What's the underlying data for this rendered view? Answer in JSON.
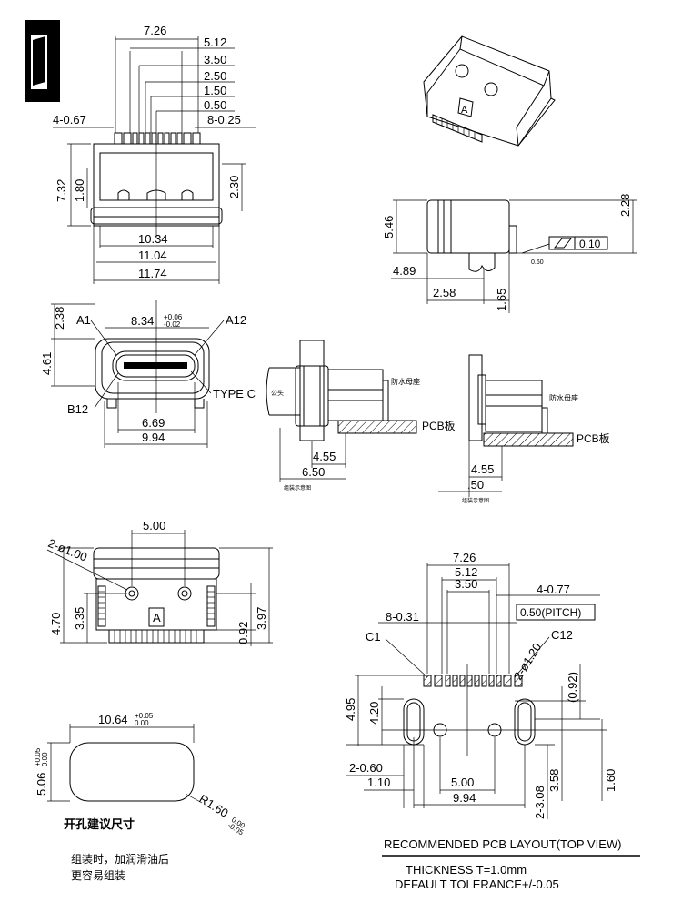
{
  "top_view": {
    "dims_top": [
      "7.26",
      "5.12",
      "3.50",
      "2.50",
      "1.50",
      "0.50"
    ],
    "pin_left": "4-0.67",
    "pin_right": "8-0.25",
    "dim_height": "7.32",
    "dim_inner": "1.80",
    "dim_right": "2.30",
    "dims_bottom": [
      "10.34",
      "11.04",
      "11.74"
    ]
  },
  "side_view": {
    "dim_height": "5.46",
    "dim_top": "2.28",
    "tolerance_box": "0.10",
    "small_dim": "0.60",
    "dim_489": "4.89",
    "dim_258": "2.58",
    "dim_165": "1.65"
  },
  "front_view": {
    "pin_a1": "A1",
    "pin_a12": "A12",
    "pin_b12": "B12",
    "width_main": "8.34",
    "width_tol_top": "+0.06",
    "width_tol_bottom": "-0.02",
    "dim_238": "2.38",
    "dim_461": "4.61",
    "type_label": "TYPE C",
    "dim_669": "6.69",
    "dim_994": "9.94"
  },
  "mount_views": {
    "waterproof_label": "防水母座",
    "pcb_label": "PCB板",
    "plug_label": "公头",
    "left_dim_455": "4.55",
    "left_dim_650": "6.50",
    "right_dim_455": "4.55",
    "right_dim_50": ".50",
    "caption": "组装示意图"
  },
  "bottom_view": {
    "dim_500": "5.00",
    "hole_label": "2-ø1.00",
    "dim_470": "4.70",
    "dim_335": "3.35",
    "dim_092": "0.92",
    "dim_397": "3.97",
    "marker": "A"
  },
  "cutout": {
    "width": "10.64",
    "width_tol_top": "+0.05",
    "width_tol_bottom": "0.00",
    "height": "5.06",
    "height_tol_top": "+0.05",
    "height_tol_bottom": "0.00",
    "radius": "R1.60",
    "radius_tol_top": "0.00",
    "radius_tol_bottom": "-0.05",
    "title": "开孔建议尺寸",
    "note_line1": "组装时，加润滑油后",
    "note_line2": "更容易组装"
  },
  "pcb_layout": {
    "dims_top": [
      "7.26",
      "5.12",
      "3.50"
    ],
    "pin_right": "4-0.77",
    "pitch": "0.50(PITCH)",
    "pin_left": "8-0.31",
    "c1": "C1",
    "c12": "C12",
    "hole": "2-ø1.20",
    "dim_495": "4.95",
    "dim_420": "4.20",
    "dim_092": "(0.92)",
    "dim_060": "2-0.60",
    "dim_110": "1.10",
    "dim_500": "5.00",
    "dim_994": "9.94",
    "dim_358": "3.58",
    "dim_308": "2-3.08",
    "dim_160": "1.60",
    "title": "RECOMMENDED  PCB  LAYOUT(TOP  VIEW)",
    "thickness": "THICKNESS  T=1.0mm",
    "tolerance": "DEFAULT  TOLERANCE+/-0.05"
  }
}
